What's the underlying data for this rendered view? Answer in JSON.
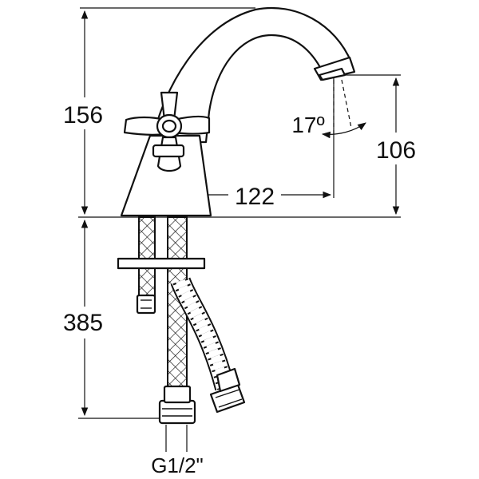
{
  "dimensions": {
    "overall_height": "156",
    "hose_length": "385",
    "spout_reach": "122",
    "spout_height": "106",
    "spout_angle": "17º",
    "thread_size": "G1/2\""
  }
}
